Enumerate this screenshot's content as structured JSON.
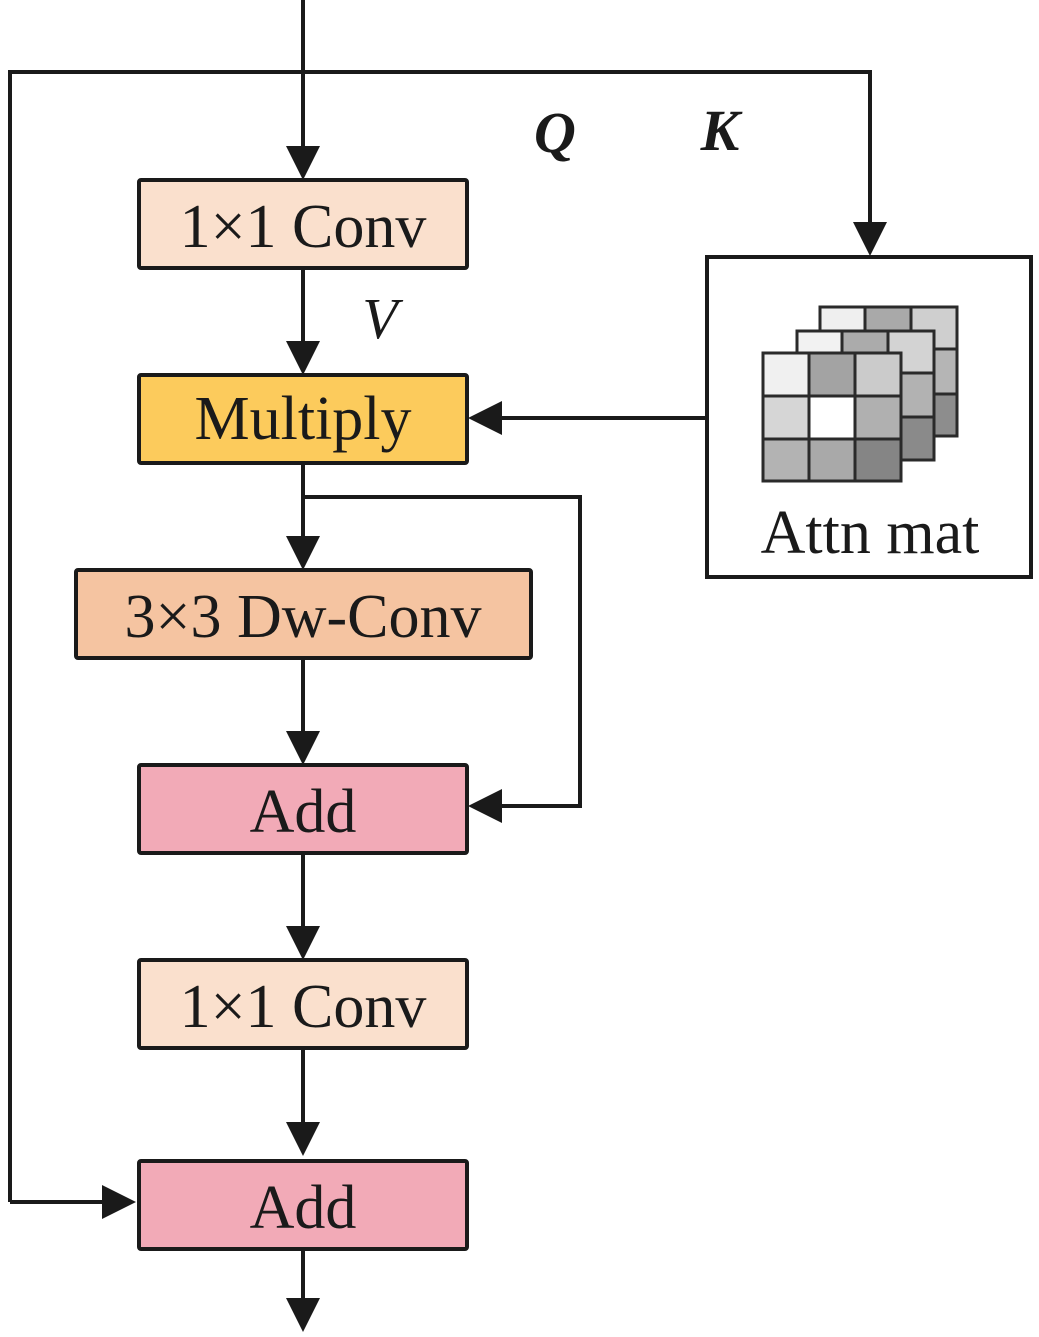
{
  "diagram": {
    "nodes": {
      "conv1": {
        "label": "1×1 Conv",
        "color": "#fae0cd"
      },
      "multiply": {
        "label": "Multiply",
        "color": "#fccb5c"
      },
      "dwconv": {
        "label": "3×3 Dw-Conv",
        "color": "#f5c4a1"
      },
      "add1": {
        "label": "Add",
        "color": "#f2aab7"
      },
      "conv2": {
        "label": "1×1 Conv",
        "color": "#fae0cd"
      },
      "add2": {
        "label": "Add",
        "color": "#f2aab7"
      },
      "attn": {
        "label": "Attn mat",
        "color": "#ffffff"
      }
    },
    "labels": {
      "q": "Q",
      "k": "K",
      "v": "V"
    },
    "stroke_color": "#1a1a1a"
  }
}
